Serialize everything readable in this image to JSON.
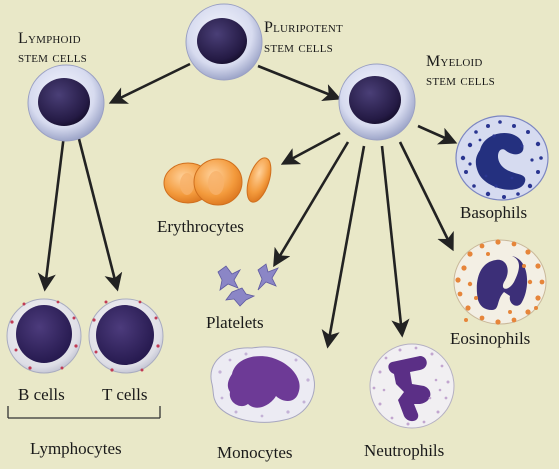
{
  "labels": {
    "pluripotent": [
      "Pluripotent",
      "stem cells"
    ],
    "lymphoid": [
      "Lymphoid",
      "stem cells"
    ],
    "myeloid": [
      "Myeloid",
      "stem cells"
    ],
    "erythrocytes": "Erythrocytes",
    "basophils": "Basophils",
    "eosinophils": "Eosinophils",
    "platelets": "Platelets",
    "monocytes": "Monocytes",
    "neutrophils": "Neutrophils",
    "b_cells": "B cells",
    "t_cells": "T cells",
    "lymphocytes": "Lymphocytes"
  },
  "colors": {
    "background": "#e9e8c8",
    "stem_cell_membrane": "#dcdff0",
    "stem_cell_nucleus": "#2a1f4a",
    "erythrocyte": "#f19b3c",
    "platelet": "#8c86c8",
    "basophil_granules": "#2c3590",
    "eosinophil_granules": "#e2873c",
    "neutrophil_nucleus": "#5b2f86",
    "monocyte_nucleus": "#6d3a96",
    "arrow": "#222222"
  }
}
